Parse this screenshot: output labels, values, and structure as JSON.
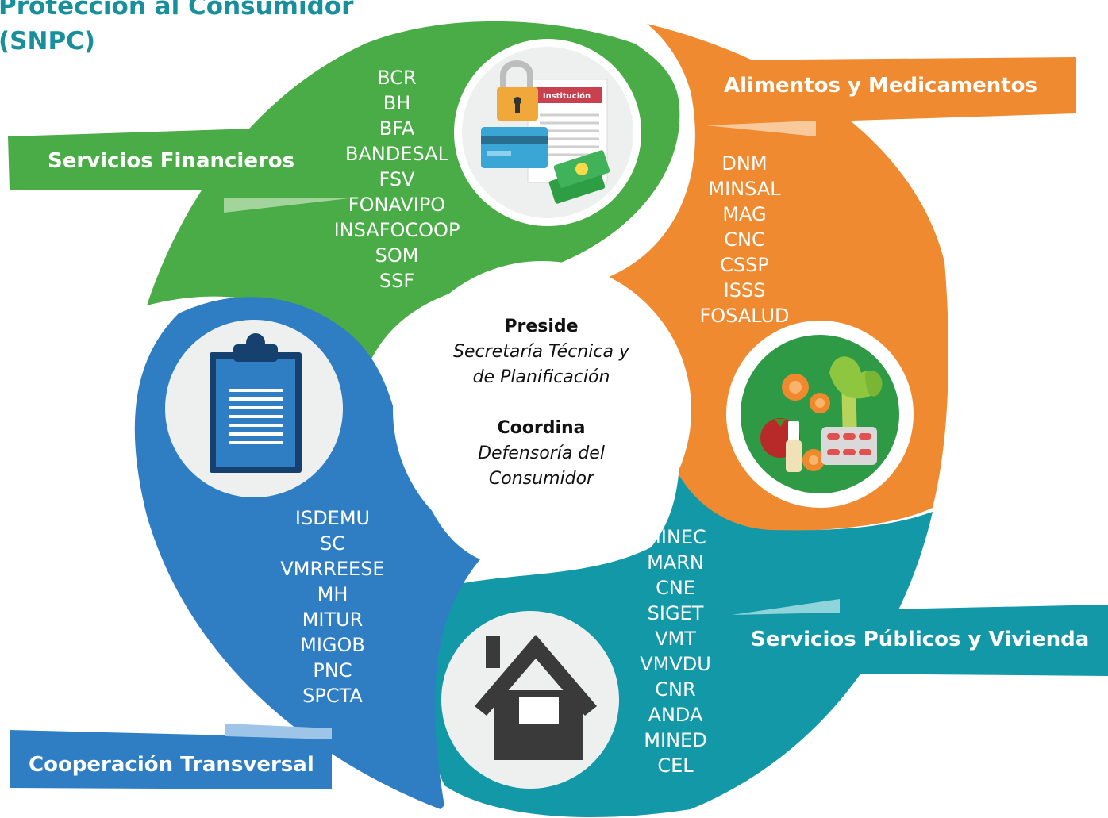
{
  "title": {
    "line1": "Protección al Consumidor",
    "line2": "(SNPC)"
  },
  "colors": {
    "financial": "#4aac46",
    "food": "#f08a30",
    "public": "#1398a8",
    "transversal": "#2f7ec4",
    "title": "#1a8f9c"
  },
  "sections": {
    "financial": {
      "label": "Servicios Financieros",
      "icon": "lock-card-money-icon",
      "doc_label": "Institución",
      "items": [
        "BCR",
        "BH",
        "BFA",
        "BANDESAL",
        "FSV",
        "FONAVIPO",
        "INSAFOCOOP",
        "SOM",
        "SSF"
      ]
    },
    "food": {
      "label": "Alimentos y Medicamentos",
      "icon": "food-medicine-icon",
      "items": [
        "DNM",
        "MINSAL",
        "MAG",
        "CNC",
        "CSSP",
        "ISSS",
        "FOSALUD"
      ]
    },
    "public": {
      "label": "Servicios Públicos y Vivienda",
      "icon": "house-icon",
      "items": [
        "MINEC",
        "MARN",
        "CNE",
        "SIGET",
        "VMT",
        "VMVDU",
        "CNR",
        "ANDA",
        "MINED",
        "CEL"
      ]
    },
    "transversal": {
      "label": "Cooperación Transversal",
      "icon": "clipboard-icon",
      "items": [
        "ISDEMU",
        "SC",
        "VMRREESE",
        "MH",
        "MITUR",
        "MIGOB",
        "PNC",
        "SPCTA"
      ]
    }
  },
  "center": {
    "preside_heading": "Preside",
    "preside_line1": "Secretaría Técnica y",
    "preside_line2": "de Planificación",
    "coordina_heading": "Coordina",
    "coordina_line1": "Defensoría del",
    "coordina_line2": "Consumidor"
  }
}
